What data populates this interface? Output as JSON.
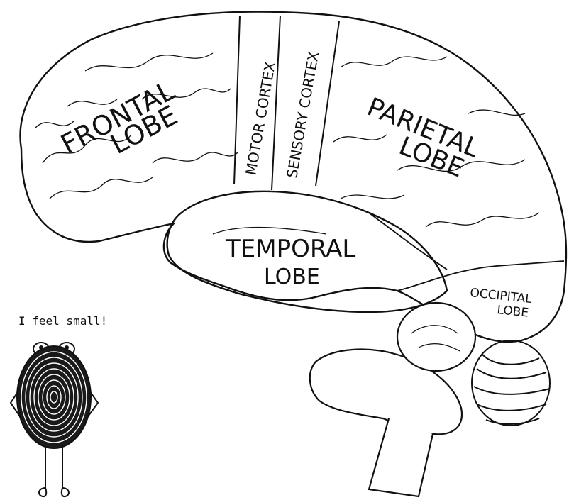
{
  "labels": {
    "frontal_line1": "FRONTAL",
    "frontal_line2": "LOBE",
    "motor": "MOTOR CORTEX",
    "sensory": "SENSORY CORTEX",
    "parietal_line1": "PARIETAL",
    "parietal_line2": "LOBE",
    "temporal_line1": "TEMPORAL",
    "temporal_line2": "LOBE",
    "occipital_line1": "OCCIPITAL",
    "occipital_line2": "LOBE"
  },
  "character": {
    "speech": "I feel small!"
  }
}
